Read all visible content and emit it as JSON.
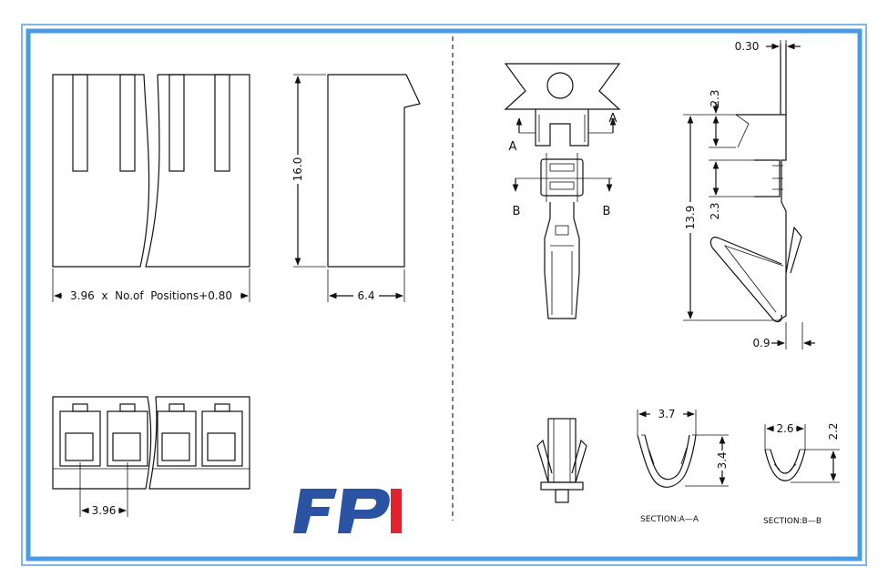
{
  "colors": {
    "border": "#4a9be6",
    "ink": "#111111",
    "logo_blue": "#2b53a3",
    "logo_red": "#e0232c"
  },
  "dimensions": {
    "pitch_formula": "3.96  x  No.of  Positions+0.80",
    "height": "16.0",
    "depth": "6.4",
    "pitch": "3.96",
    "thickness": "0.30",
    "upper_gap": "2.3",
    "lower_gap": "2.3",
    "terminal_length": "13.9",
    "tip_offset": "0.9",
    "section_a_width": "3.7",
    "section_a_height": "3.4",
    "section_b_width": "2.6",
    "section_b_height": "2.2"
  },
  "section_markers": {
    "a_left": "A",
    "a_right": "A",
    "b_left": "B",
    "b_right": "B"
  },
  "captions": {
    "section_a": "SECTION:A—A",
    "section_b": "SECTION:B—B"
  },
  "logo": {
    "text": "FPI",
    "icon": "fpi-logo"
  }
}
